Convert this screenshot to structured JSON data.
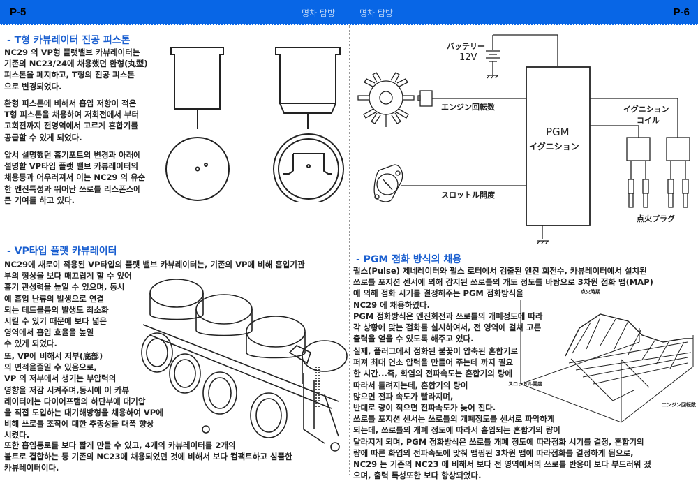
{
  "header": {
    "left_page": "P-5",
    "left_section": "명차 탐방",
    "right_section": "명차 탐방",
    "right_page": "P-6"
  },
  "left": {
    "s1_title": "- T형 카뷰레이터 진공 피스톤",
    "s1_p1": [
      "NC29 의 VP형 플랫밸브 카뷰레이터는",
      "기존의 NC23/24에 채용했던 환형(丸型)",
      "피스톤을 폐지하고, T형의 진공 피스톤",
      "으로 변경되었다."
    ],
    "s1_p2": [
      "환형 피스톤에 비해서 흡입 저항이 적은",
      "T형 피스톤을 채용하여 저회전에서 부터",
      "고회전까지 전영역에서 고르게 혼합기를",
      "공급할 수 있게 되었다."
    ],
    "s1_p3": [
      "앞서 설명했던 흡기포트의 변경과 아래에",
      "설명할 VP타입 플랫 밸브 카뷰레이터의",
      "채용등과 어우러져서 이는 NC29 의 유순",
      "한 엔진특성과 뛰어난 쓰로틀 리스폰스에",
      "큰 기여를 하고 있다."
    ],
    "s2_title": "- VP타입 플랫 카뷰레이터",
    "s2_p1": [
      "NC29에 새로이 적용된 VP타입의 플랫 밸브 카뷰레이터는, 기존의 VP에 비해 흡입기관",
      "부의 형상을 보다 매끄럽게 할 수 있어",
      "흡기 관성력을 높일 수 있으며, 동시",
      "에 흡입 난류의 발생으로 연결",
      "되는 데드볼륨의 발생도 최소화",
      "시킬 수 있기 때문에 보다 넓은",
      "영역에서 흡입 효율을 높일",
      "수 있게 되었다."
    ],
    "s2_p2": [
      "또, VP에 비해서 저부(底部)",
      "의 면적을줄일 수 있음으로,",
      "VP 의 저부에서 생기는 부압력의",
      "영향을 저감 시켜주며,동시에 이 카뷰",
      "레이터에는 다이어프램의 하단부에 대기압",
      "을 직접 도입하는 대기해방형을 채용하여 VP에",
      "비해 쓰로틀 조작에 대한 추종성을 대폭 향상",
      "시켰다."
    ],
    "s2_p3": [
      "또한 흡입통로를 보다 짧게 만들 수 있고, 4개의 카뷰레이터를 2개의",
      "볼트로 결합하는 등 기존의 NC23에 채용되었던 것에 비해서 보다 컴팩트하고 심플한",
      "카뷰레이터이다."
    ]
  },
  "right": {
    "diagram": {
      "battery": "バッテリー",
      "voltage": "12V",
      "engine_rpm": "エンジン回転数",
      "throttle": "スロットル開度",
      "pgm": "PGM",
      "ignition": "イグニション",
      "coil1": "イグニション",
      "coil2": "コイル",
      "plug": "点火プラグ"
    },
    "map": {
      "z_label": "点火時期",
      "x_label": "スロットル開度",
      "y_label": "エンジン回転数"
    },
    "s3_title": "- PGM 점화 방식의 채용",
    "s3_p1": [
      "펄스(Pulse) 제네레이터와 펄스 로터에서 검출된 엔진 회전수, 카뷰레이터에서 설치된",
      "쓰로틀 포지션 센서에 의해 감지된 쓰로틀의 개도 정도를 바탕으로 3차원 점화 맵(MAP)",
      "에 의해 점화 시기를 결정해주는 PGM 점화방식을",
      "NC29 에 채용하였다.",
      "PGM 점화방식은 엔진회전과 쓰로틀의 개폐정도에 따라",
      "각 상황에 맞는 점화를 실시하여서, 전 영역에 걸쳐 고른",
      "출력을 얻을 수 있도록 해주고 있다."
    ],
    "s3_p2": [
      "실제, 플러그에서 점화된 불꽃이 압축된 혼합기로",
      "퍼져 최대 연소 압력을 만들어 주는데 까지 필요",
      "한 시간...즉, 화염의 전파속도는 혼합기의 량에",
      "따라서 틀려지는데, 혼합기의 량이",
      "많으면 전파 속도가 빨라지며,",
      "반대로 량이 적으면 전파속도가 늦어 진다.",
      "쓰로틀 포지션 센서는 쓰로틀의 개폐정도를 센서로 파악하게",
      "되는데, 쓰로틀의 개폐 정도에 따라서 흡입되는 혼합기의 량이",
      "달라지게 되며, PGM 점화방식은 쓰로틀 개폐 정도에 따라점화 시기를 결정, 혼합기의",
      "량에 따른 화염의 전파속도에 맞춰 맵핑된 3차원 맵에 따라점화를 결정하게 됨으로,",
      "NC29 는 기존의 NC23 에 비해서 보다 전 영역에서의 쓰로틀 반응이 보다 부드러워 졌",
      "으며, 출력 특성또한 보다 향상되었다."
    ]
  },
  "colors": {
    "header": "#0866e6",
    "title": "#1a5fd0"
  }
}
